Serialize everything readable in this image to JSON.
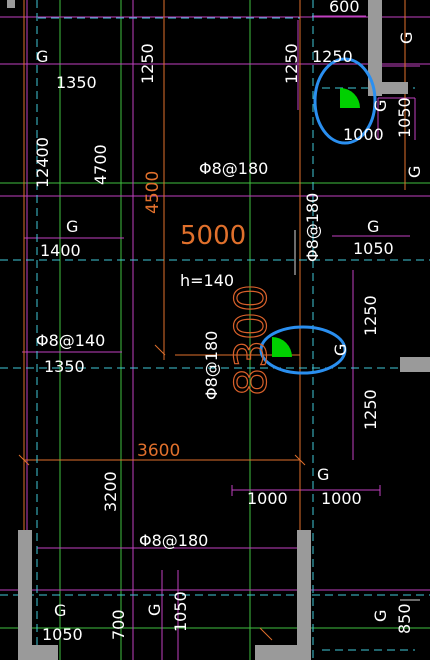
{
  "labels": {
    "top_600": "600",
    "g_top_left": "G",
    "dim_1350_top": "1350",
    "dim_1250_a": "1250",
    "dim_1250_b": "1250",
    "dim_1250_c": "1250",
    "g_top_right_a": "G",
    "g_top_right_b": "G",
    "dim_1000_top_right": "1000",
    "dim_1050_right": "1050",
    "g_right_edge": "G",
    "dim_12400": "12400",
    "dim_4700": "4700",
    "dim_4500": "4500",
    "rebar_180_top": "Φ8@180",
    "rebar_180_vert": "Φ8@180",
    "g_mid_left": "G",
    "dim_1400": "1400",
    "dim_5000": "5000",
    "g_mid_right": "G",
    "dim_1050_mid": "1050",
    "h_140": "h=140",
    "dim_8300": "8300",
    "rebar_140": "Φ8@140",
    "dim_1350_mid": "1350",
    "rebar_180_mid_vert": "Φ8@180",
    "dim_1250_right_a": "1250",
    "dim_1250_right_b": "1250",
    "g_c_mid": "G",
    "dim_3600": "3600",
    "dim_3200": "3200",
    "g_bottom_mid": "G",
    "dim_1000_bl": "1000",
    "dim_1000_br": "1000",
    "rebar_180_bottom": "Φ8@180",
    "g_bottom_left": "G",
    "dim_1050_bottom": "1050",
    "dim_700": "700",
    "g_bottom_mid2": "G",
    "dim_1050_bottom_vert": "1050",
    "g_bottom_right": "G",
    "dim_850": "850"
  },
  "colors": {
    "background": "#000000",
    "grid_magenta": "#c040c0",
    "grid_green": "#3fbf3f",
    "dashed_cyan": "#40c8d8",
    "orange": "#e0702c",
    "wall_gray": "#9a9a9a",
    "marker_green": "#00d000",
    "highlight_blue": "#2a8ff0"
  },
  "icons": [
    "quarter-circle-marker-icon",
    "quarter-circle-marker-icon"
  ]
}
